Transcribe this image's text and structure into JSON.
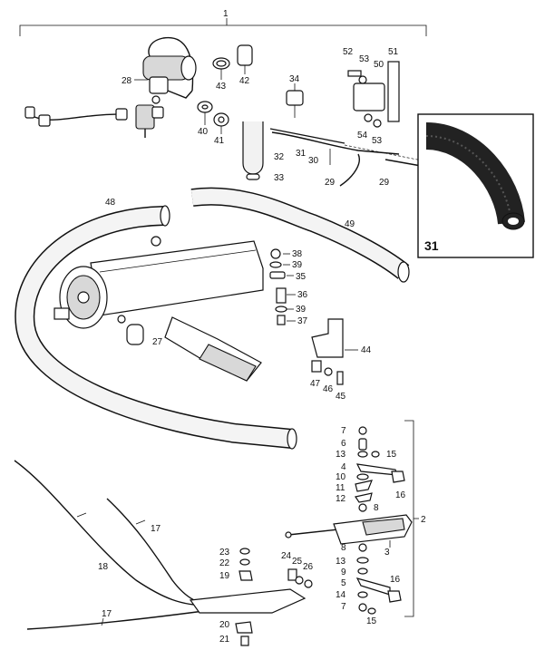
{
  "labels": {
    "l1": "1",
    "l2": "2",
    "l3": "3",
    "l4": "4",
    "l5": "5",
    "l6": "6",
    "l7a": "7",
    "l7b": "7",
    "l8a": "8",
    "l8b": "8",
    "l9": "9",
    "l10": "10",
    "l11": "11",
    "l12": "12",
    "l13a": "13",
    "l13b": "13",
    "l14": "14",
    "l15a": "15",
    "l15b": "15",
    "l16a": "16",
    "l16b": "16",
    "l17a": "17",
    "l17b": "17",
    "l18": "18",
    "l19": "19",
    "l20": "20",
    "l21": "21",
    "l22": "22",
    "l23": "23",
    "l24": "24",
    "l25": "25",
    "l26": "26",
    "l27": "27",
    "l28": "28",
    "l29a": "29",
    "l29b": "29",
    "l30": "30",
    "l31": "31",
    "l32": "32",
    "l33": "33",
    "l34": "34",
    "l35": "35",
    "l36": "36",
    "l37": "37",
    "l38": "38",
    "l39a": "39",
    "l39b": "39",
    "l40": "40",
    "l41": "41",
    "l42": "42",
    "l43": "43",
    "l44": "44",
    "l45": "45",
    "l46": "46",
    "l47": "47",
    "l48": "48",
    "l49": "49",
    "l50": "50",
    "l51": "51",
    "l52": "52",
    "l53a": "53",
    "l53b": "53",
    "l54": "54"
  },
  "inset": {
    "label": "31"
  }
}
